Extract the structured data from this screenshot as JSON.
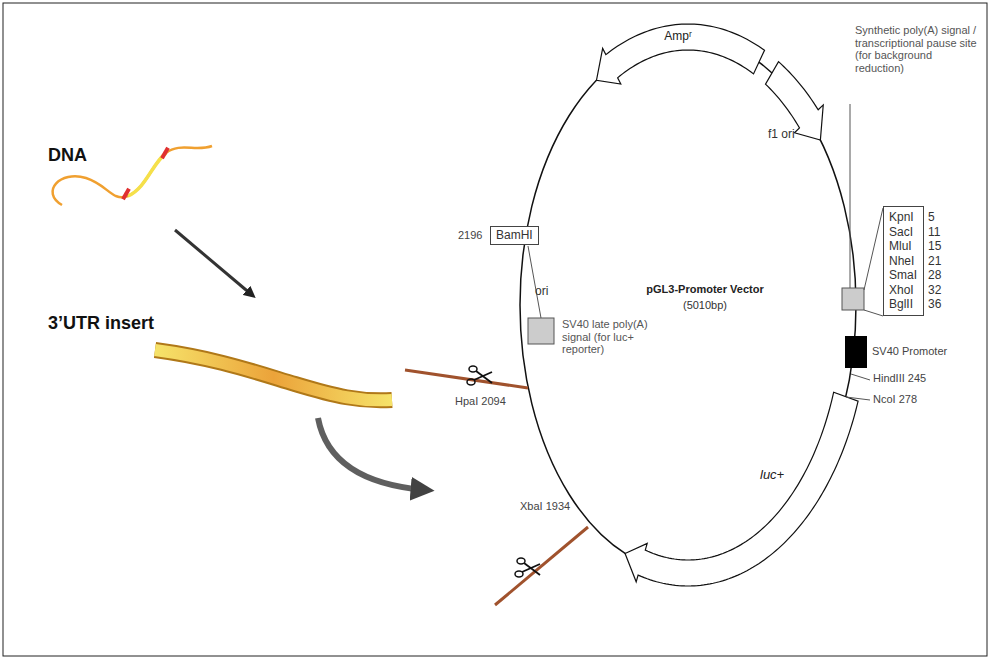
{
  "diagram": {
    "nodes": [
      {
        "text": [
          "KpnI",
          "SacI",
          "MluI",
          "NheI",
          "SmaI",
          "XhoI",
          "BglII"
        ]
      },
      {
        "text": [
          "BamHI"
        ]
      }
    ],
    "labels": [
      "DNA",
      "3’UTR insert",
      "Ampʳ",
      "f1 ori",
      "ori",
      "pGL3-Promoter Vector",
      "(5010bp)",
      "Synthetic poly(A) signal / transcriptional pause site (for background reduction)",
      "5",
      "11",
      "15",
      "21",
      "28",
      "32",
      "36",
      "SV40 Promoter",
      "HindIII 245",
      "NcoI 278",
      "luc+",
      "XbaI 1934",
      "HpaI 2094",
      "SV40 late poly(A) signal (for luc+ reporter)",
      "2196"
    ]
  }
}
